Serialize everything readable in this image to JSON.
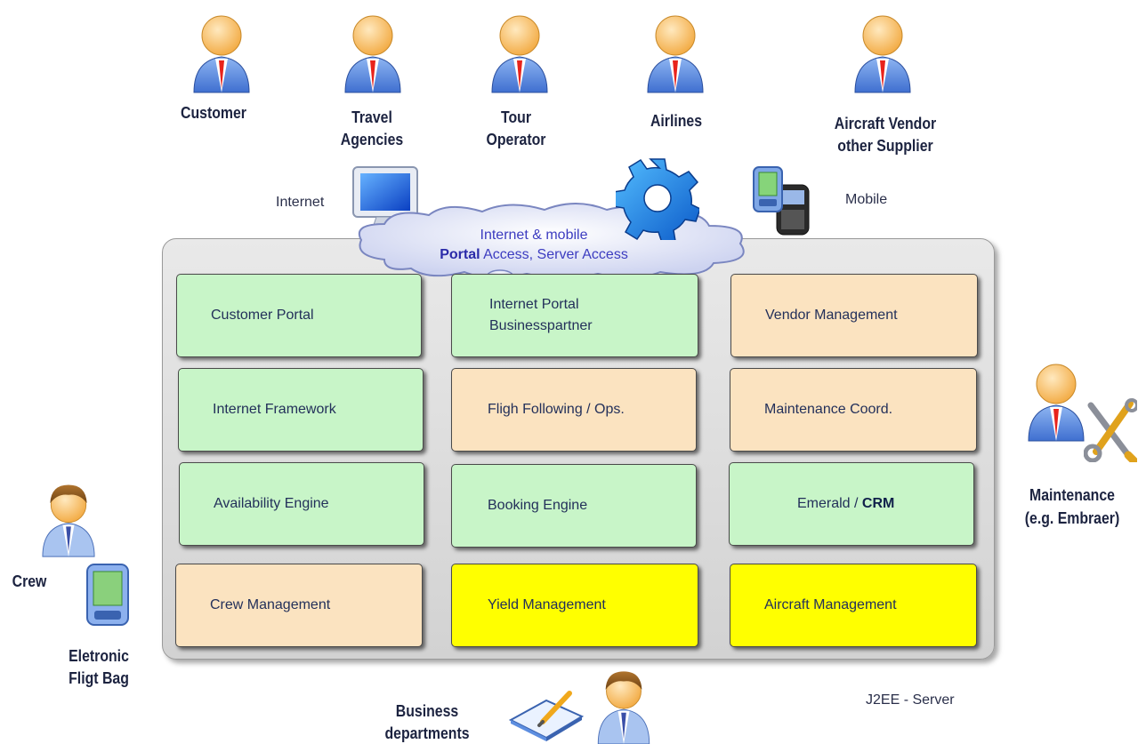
{
  "actors": {
    "customer": "Customer",
    "travel_agencies": [
      "Travel",
      "Agencies"
    ],
    "tour_operator": [
      "Tour",
      "Operator"
    ],
    "airlines": "Airlines",
    "aircraft_vendor": [
      "Aircraft Vendor",
      "other Supplier"
    ],
    "maintenance": [
      "Maintenance",
      "(e.g. Embraer)"
    ],
    "crew": "Crew",
    "flight_bag": [
      "Eletronic",
      "Fligt Bag"
    ],
    "business": [
      "Business",
      "departments"
    ]
  },
  "channels": {
    "internet": "Internet",
    "mobile": "Mobile",
    "cloud_line1": "Internet & mobile",
    "cloud_bold": "Portal",
    "cloud_rest": " Access, Server Access"
  },
  "server_label": "J2EE - Server",
  "modules": {
    "customer_portal": "Customer Portal",
    "internet_portal": [
      "Internet Portal",
      "Businesspartner"
    ],
    "vendor_management": "Vendor Management",
    "internet_framework": "Internet Framework",
    "flight_following": "Fligh Following / Ops.",
    "maintenance_coord": "Maintenance Coord.",
    "availability_engine": "Availability Engine",
    "booking_engine": "Booking Engine",
    "emerald_crm_a": "Emerald / ",
    "emerald_crm_b": "CRM",
    "crew_management": "Crew Management",
    "yield_management": "Yield Management",
    "aircraft_management": "Aircraft Management"
  },
  "colors": {
    "green_module": "#c8f5c8",
    "beige_module": "#fbe3c0",
    "yellow_module": "#ffff00",
    "server_background": "#dcdcdc"
  }
}
